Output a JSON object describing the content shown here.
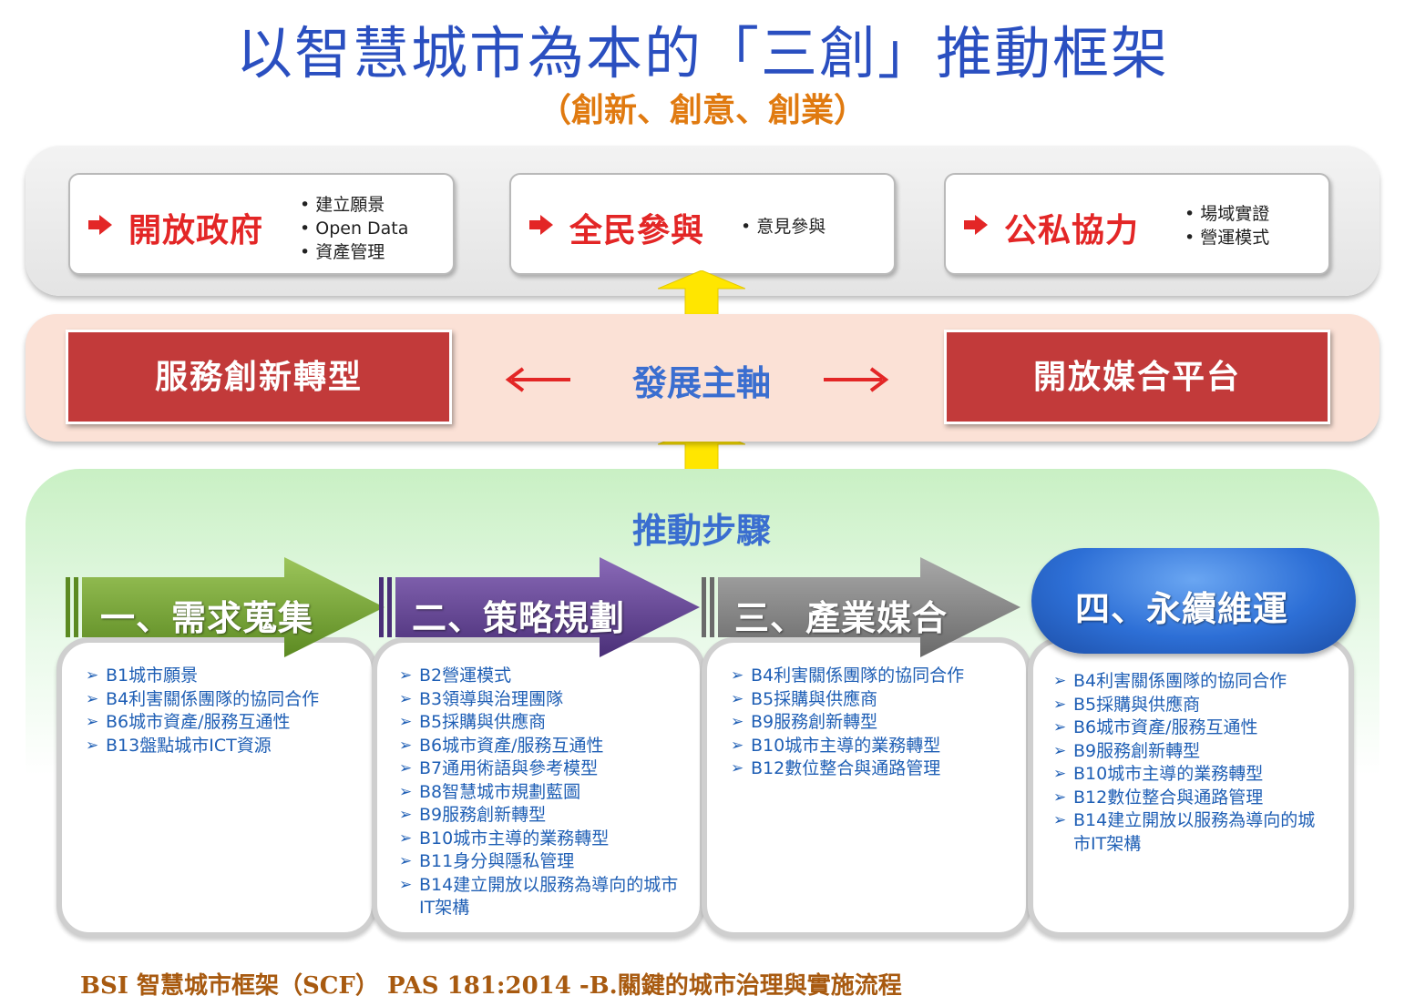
{
  "title": "以智慧城市為本的「三創」推動框架",
  "subtitle": "（創新、創意、創業）",
  "top_boxes": [
    {
      "label": "開放政府",
      "items": [
        "建立願景",
        "Open Data",
        "資產管理"
      ]
    },
    {
      "label": "全民參與",
      "items": [
        "意見參與"
      ]
    },
    {
      "label": "公私協力",
      "items": [
        "場域實證",
        "營運模式"
      ]
    }
  ],
  "middle": {
    "left_box": "服務創新轉型",
    "center_label": "發展主軸",
    "right_box": "開放媒合平台"
  },
  "steps_label": "推動步驟",
  "steps": [
    {
      "label": "一、需求蒐集",
      "color": "#6e9a2f",
      "items": [
        "B1城市願景",
        "B4利害關係團隊的協同合作",
        "B6城市資產/服務互通性",
        "B13盤點城市ICT資源"
      ]
    },
    {
      "label": "二、策略規劃",
      "color": "#5a3f8a",
      "items": [
        "B2營運模式",
        "B3領導與治理團隊",
        "B5採購與供應商",
        "B6城市資產/服務互通性",
        "B7通用術語與參考模型",
        "B8智慧城市規劃藍圖",
        "B9服務創新轉型",
        "B10城市主導的業務轉型",
        "B11身分與隱私管理",
        "B14建立開放以服務為導向的城市IT架構"
      ]
    },
    {
      "label": "三、產業媒合",
      "color": "#808080",
      "items": [
        "B4利害關係團隊的協同合作",
        "B5採購與供應商",
        "B9服務創新轉型",
        "B10城市主導的業務轉型",
        "B12數位整合與通路管理"
      ]
    },
    {
      "label": "四、永續維運",
      "color": "#2d6fd6",
      "items": [
        "B4利害關係團隊的協同合作",
        "B5採購與供應商",
        "B6城市資產/服務互通性",
        "B9服務創新轉型",
        "B10城市主導的業務轉型",
        "B12數位整合與通路管理",
        "B14建立開放以服務為導向的城市IT架構"
      ]
    }
  ],
  "footer": "BSI 智慧城市框架（SCF）  PAS 181:2014  -B.關鍵的城市治理與實施流程",
  "colors": {
    "title": "#2a4fc0",
    "accent_red": "#e32626",
    "box_red": "#c23a3a",
    "axis_blue": "#3a6ed0",
    "arrow_yellow": "#ffe600"
  }
}
